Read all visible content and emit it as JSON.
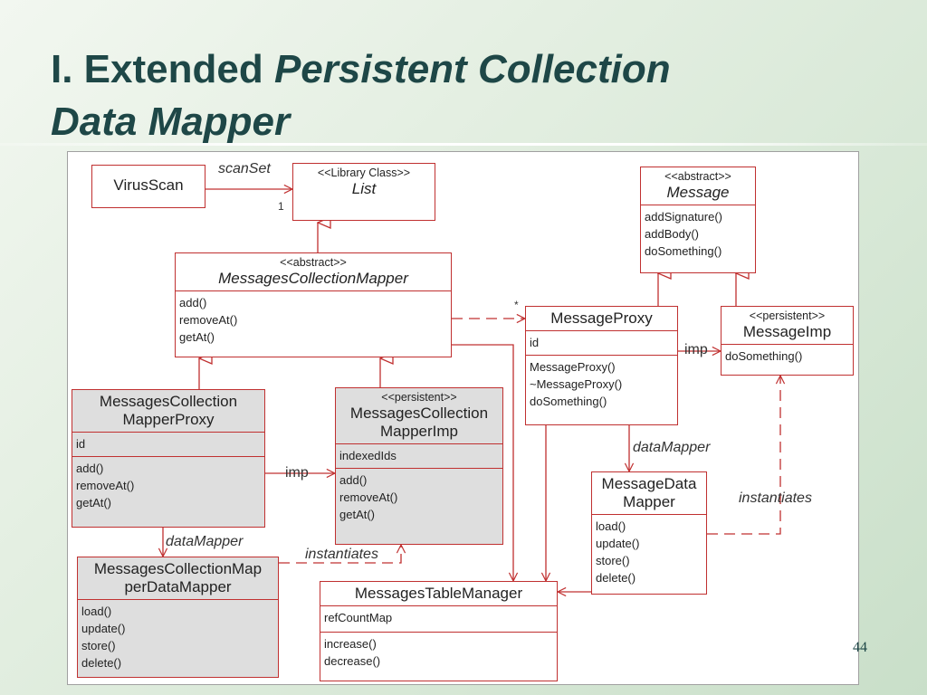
{
  "title": {
    "prefix": "I. Extended ",
    "emphasis": "Persistent Collection",
    "line2": "Data Mapper"
  },
  "page_number": "44",
  "colors": {
    "title": "#1e4747",
    "box_border": "#c03030",
    "gray_fill": "#dedede",
    "line": "#c03030"
  },
  "classes": {
    "virus_scan": {
      "name": "VirusScan"
    },
    "list": {
      "stereotype": "<<Library Class>>",
      "name": "List"
    },
    "msg_coll_mapper": {
      "stereotype": "<<abstract>>",
      "name": "MessagesCollectionMapper",
      "methods": [
        "add()",
        "removeAt()",
        "getAt()"
      ]
    },
    "mcm_proxy": {
      "name1": "MessagesCollection",
      "name2": "MapperProxy",
      "attrs": [
        "id"
      ],
      "methods": [
        "add()",
        "removeAt()",
        "getAt()"
      ]
    },
    "mcm_imp": {
      "stereotype": "<<persistent>>",
      "name1": "MessagesCollection",
      "name2": "MapperImp",
      "attrs": [
        "indexedIds"
      ],
      "methods": [
        "add()",
        "removeAt()",
        "getAt()"
      ]
    },
    "mcm_data_mapper": {
      "name1": "MessagesCollectionMap",
      "name2": "perDataMapper",
      "methods": [
        "load()",
        "update()",
        "store()",
        "delete()"
      ]
    },
    "message": {
      "stereotype": "<<abstract>>",
      "name": "Message",
      "methods": [
        "addSignature()",
        "addBody()",
        "doSomething()"
      ]
    },
    "message_proxy": {
      "name": "MessageProxy",
      "attrs": [
        "id"
      ],
      "methods": [
        "MessageProxy()",
        "~MessageProxy()",
        "doSomething()"
      ]
    },
    "message_imp": {
      "stereotype": "<<persistent>>",
      "name": "MessageImp",
      "methods": [
        "doSomething()"
      ]
    },
    "message_data_mapper": {
      "name1": "MessageData",
      "name2": "Mapper",
      "methods": [
        "load()",
        "update()",
        "store()",
        "delete()"
      ]
    },
    "messages_table_manager": {
      "name": "MessagesTableManager",
      "attrs": [
        "refCountMap"
      ],
      "methods": [
        "increase()",
        "decrease()"
      ]
    }
  },
  "labels": {
    "scan_set": "scanSet",
    "one": "1",
    "star": "*",
    "imp_left": "imp",
    "imp_right": "imp",
    "data_mapper_left": "dataMapper",
    "data_mapper_right": "dataMapper",
    "instantiates_left": "instantiates",
    "instantiates_right": "instantiates"
  }
}
